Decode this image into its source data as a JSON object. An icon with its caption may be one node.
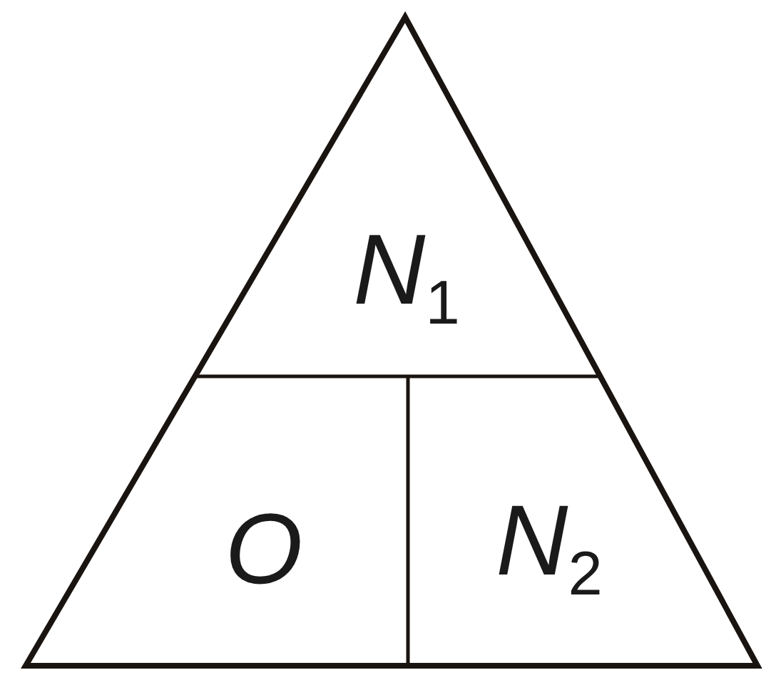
{
  "diagram": {
    "nodes": [
      {
        "text": [],
        "shape": "triangle"
      },
      {
        "text": [
          "*N*$_{1}$"
        ],
        "in": 0
      },
      {
        "text": [
          "*O*"
        ],
        "in": 0
      },
      {
        "text": [
          "*N*$_{2}$"
        ],
        "in": 0
      }
    ]
  }
}
